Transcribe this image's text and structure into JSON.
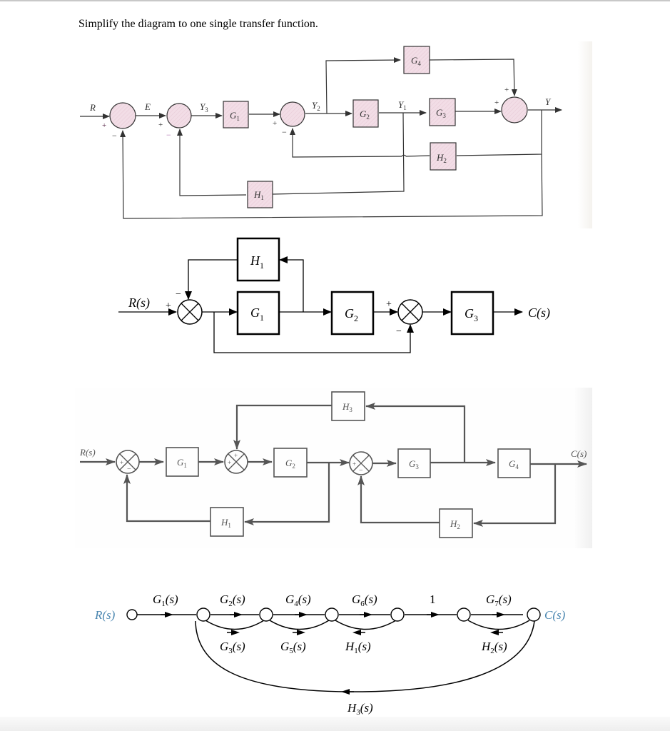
{
  "title": "Simplify the diagram to one single transfer function.",
  "diagram1": {
    "signals": {
      "R": "R",
      "E": "E",
      "Y3": "Y",
      "Y3_sub": "3",
      "Y2": "Y",
      "Y2_sub": "2",
      "Y1": "Y",
      "Y1_sub": "1",
      "Y": "Y"
    },
    "blocks": {
      "G1": {
        "main": "G",
        "sub": "1"
      },
      "G2": {
        "main": "G",
        "sub": "2"
      },
      "G3": {
        "main": "G",
        "sub": "3"
      },
      "G4": {
        "main": "G",
        "sub": "4"
      },
      "H1": {
        "main": "H",
        "sub": "1"
      },
      "H2": {
        "main": "H",
        "sub": "2"
      }
    },
    "signs": {
      "s1_plus": "+",
      "s1_minus": "−",
      "s2_plus": "+",
      "s2_minus": "−",
      "s3_plus": "+",
      "s3_minus": "−",
      "s4_plus_top": "+",
      "s4_plus_left": "+"
    },
    "fill_color": "#f2dde6"
  },
  "diagram2": {
    "input": "R(s)",
    "output": "C(s)",
    "blocks": {
      "G1": {
        "main": "G",
        "sub": "1"
      },
      "G2": {
        "main": "G",
        "sub": "2"
      },
      "G3": {
        "main": "G",
        "sub": "3"
      },
      "H1": {
        "main": "H",
        "sub": "1"
      }
    },
    "signs": {
      "s1_plus": "+",
      "s1_minus": "−",
      "s2_plus": "+",
      "s2_minus": "−"
    }
  },
  "diagram3": {
    "input": "R(s)",
    "output": "C(s)",
    "blocks": {
      "G1": {
        "main": "G",
        "sub": "1"
      },
      "G2": {
        "main": "G",
        "sub": "2"
      },
      "G3": {
        "main": "G",
        "sub": "3"
      },
      "G4": {
        "main": "G",
        "sub": "4"
      },
      "H1": {
        "main": "H",
        "sub": "1"
      },
      "H2": {
        "main": "H",
        "sub": "2"
      },
      "H3": {
        "main": "H",
        "sub": "3"
      }
    },
    "signs": {
      "s1": "+−",
      "s2": "++",
      "s3": "+−"
    }
  },
  "diagram4": {
    "input": "R(s)",
    "output": "C(s)",
    "input_color": "#4a86b0",
    "branches": {
      "G1": {
        "main": "G",
        "sub": "1",
        "arg": "(s)"
      },
      "G2": {
        "main": "G",
        "sub": "2",
        "arg": "(s)"
      },
      "G3": {
        "main": "G",
        "sub": "3",
        "arg": "(s)"
      },
      "G4": {
        "main": "G",
        "sub": "4",
        "arg": "(s)"
      },
      "G5": {
        "main": "G",
        "sub": "5",
        "arg": "(s)"
      },
      "G6": {
        "main": "G",
        "sub": "6",
        "arg": "(s)"
      },
      "G7": {
        "main": "G",
        "sub": "7",
        "arg": "(s)"
      },
      "H1": {
        "main": "H",
        "sub": "1",
        "arg": "(s)"
      },
      "H2": {
        "main": "H",
        "sub": "2",
        "arg": "(s)"
      },
      "H3": {
        "main": "H",
        "sub": "3",
        "arg": "(s)"
      },
      "unity": "1"
    }
  }
}
